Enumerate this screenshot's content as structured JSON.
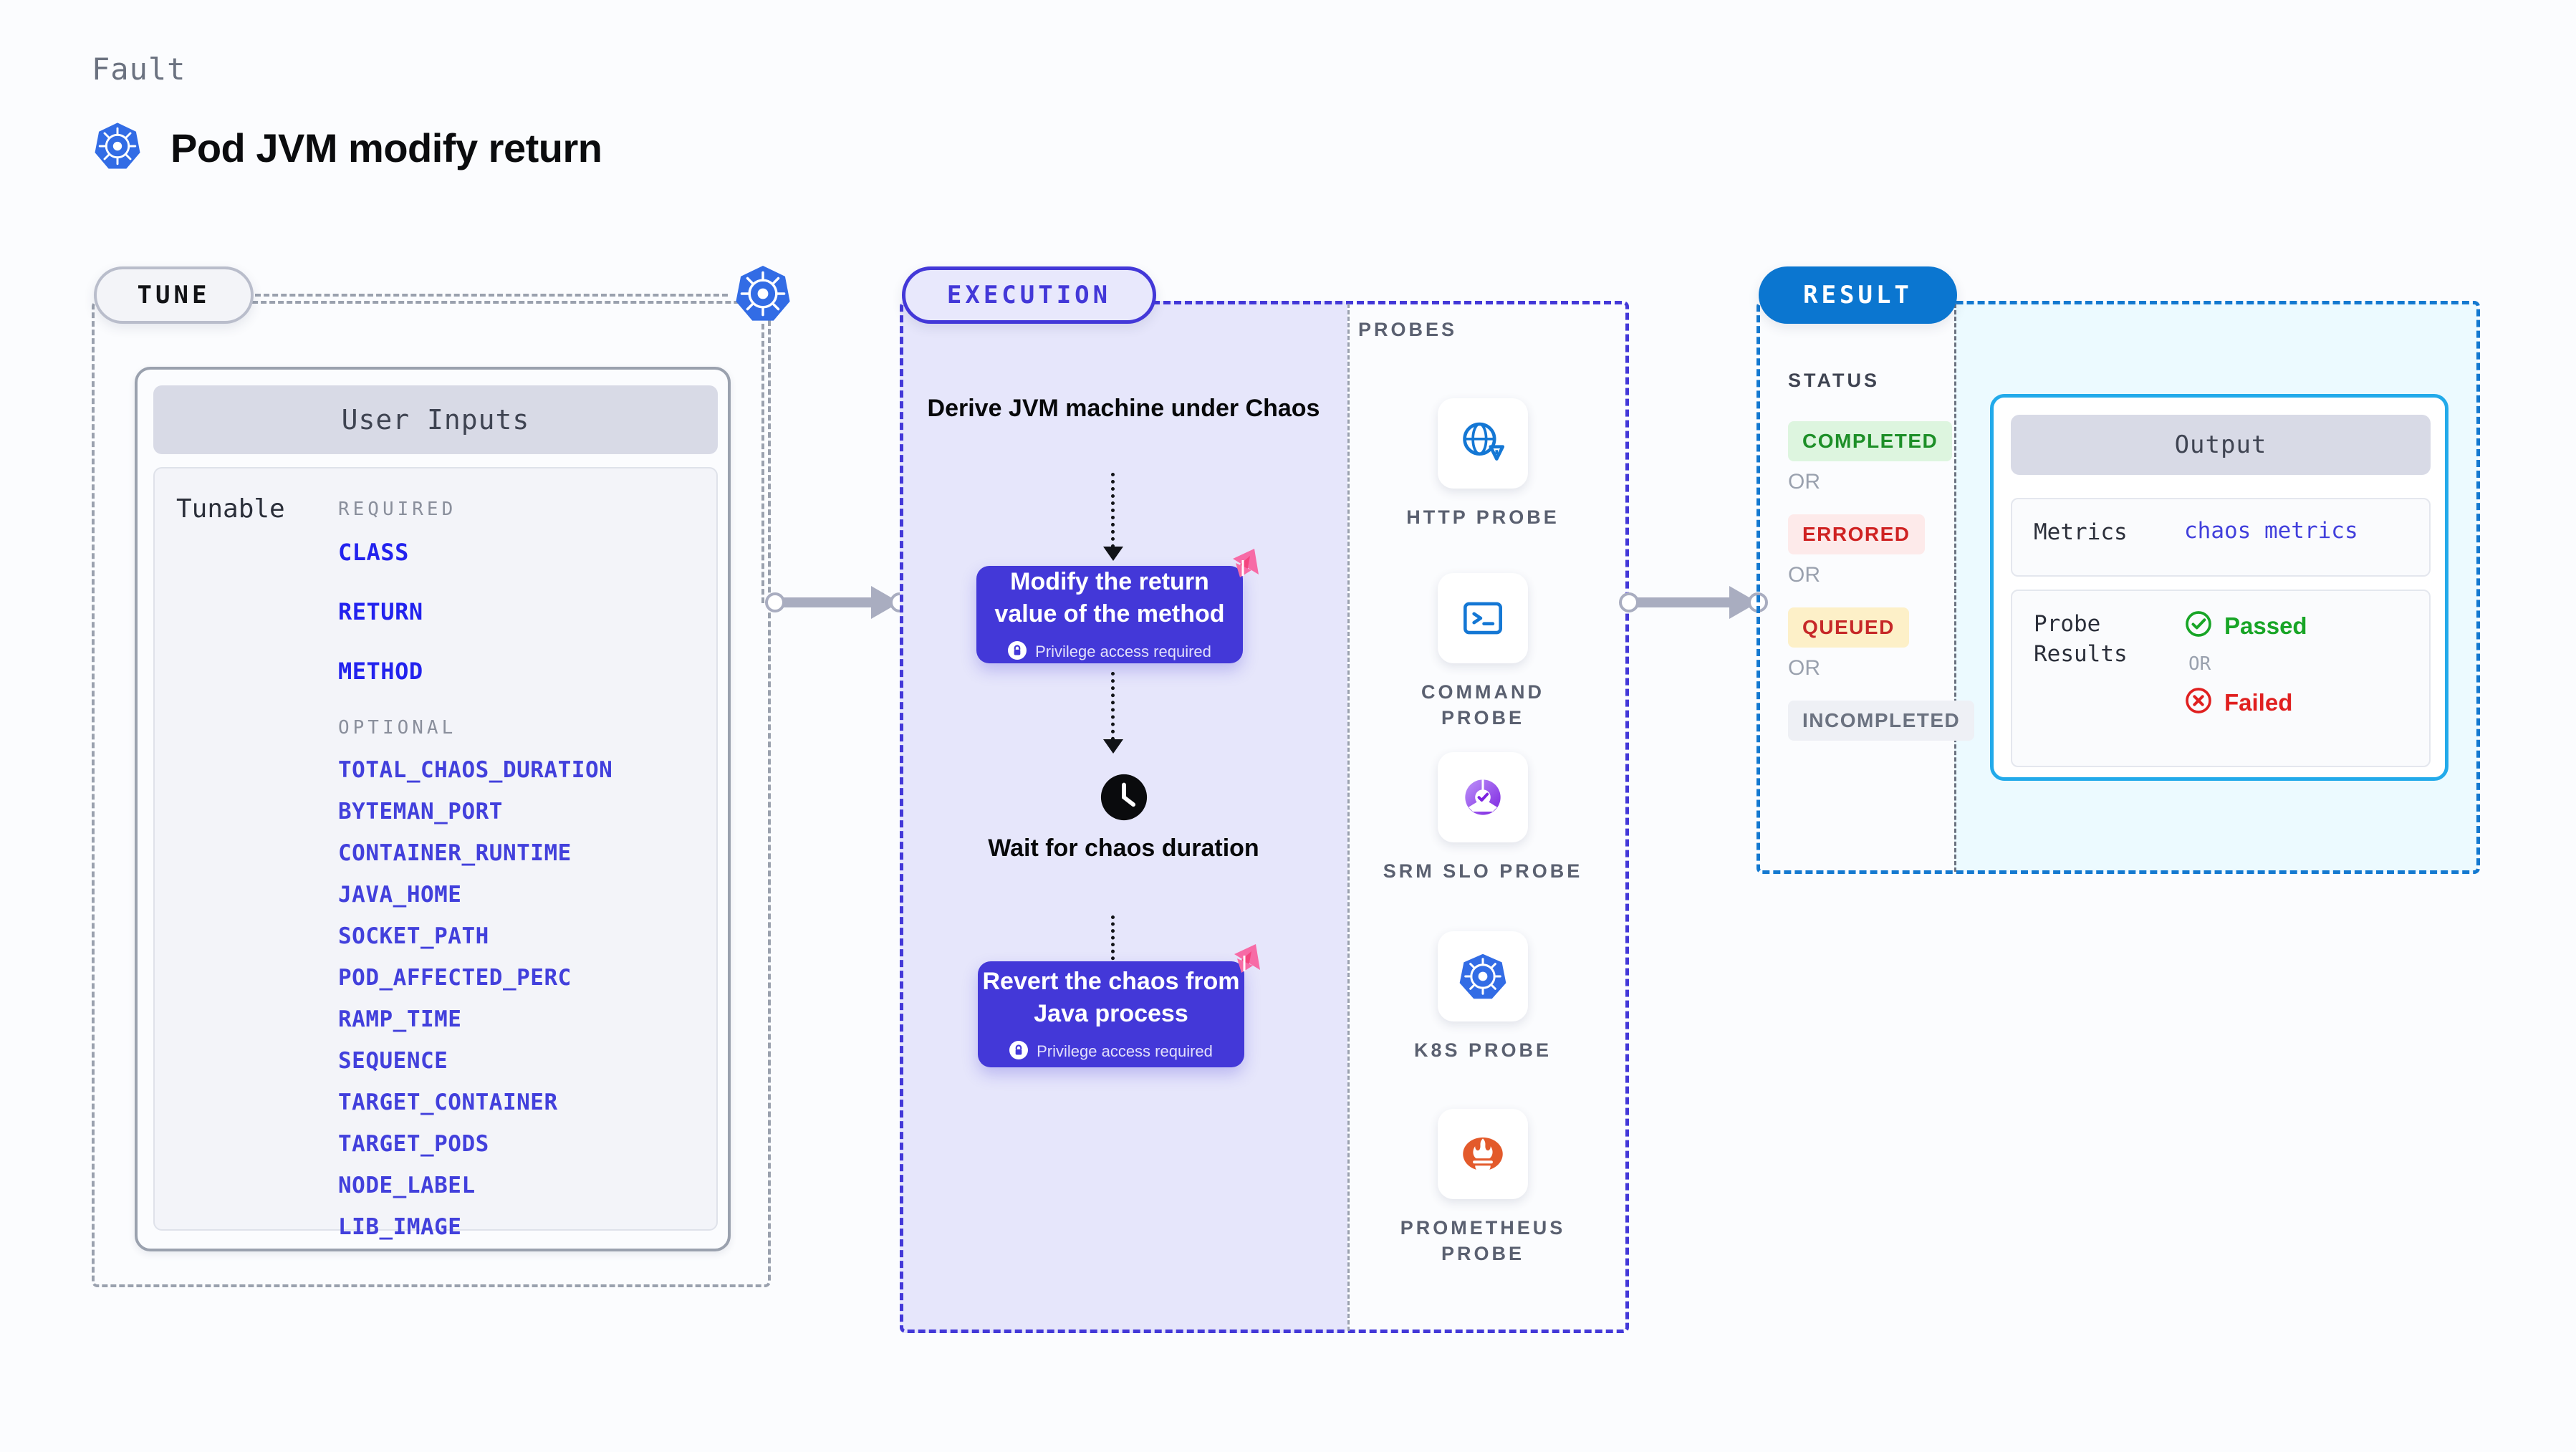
{
  "header": {
    "eyebrow": "Fault",
    "title": "Pod JVM modify return",
    "icon": "kubernetes-icon"
  },
  "tune": {
    "badge": "TUNE",
    "boundary_icon": "kubernetes-icon",
    "card": {
      "title": "User Inputs",
      "row_label": "Tunable",
      "required_label": "REQUIRED",
      "required": [
        "CLASS",
        "RETURN",
        "METHOD"
      ],
      "optional_label": "OPTIONAL",
      "optional": [
        "TOTAL_CHAOS_DURATION",
        "BYTEMAN_PORT",
        "CONTAINER_RUNTIME",
        "JAVA_HOME",
        "SOCKET_PATH",
        "POD_AFFECTED_PERC",
        "RAMP_TIME",
        "SEQUENCE",
        "TARGET_CONTAINER",
        "TARGET_PODS",
        "NODE_LABEL",
        "LIB_IMAGE"
      ]
    }
  },
  "execution": {
    "badge": "EXECUTION",
    "step1_heading": "Derive JVM machine under Chaos",
    "step2": {
      "text": "Modify the return value of the method",
      "privilege": "Privilege access required",
      "privilege_icon": "lock-icon",
      "corner_icon": "chaos-corner-icon"
    },
    "step3": {
      "icon": "clock-icon",
      "heading": "Wait for chaos duration"
    },
    "step4": {
      "text": "Revert the chaos from Java process",
      "privilege": "Privilege access required",
      "privilege_icon": "lock-icon",
      "corner_icon": "chaos-corner-icon"
    },
    "probes_label": "PROBES",
    "probes": [
      {
        "caption": "HTTP PROBE",
        "icon": "globe-warning-icon"
      },
      {
        "caption": "COMMAND PROBE",
        "icon": "terminal-icon"
      },
      {
        "caption": "SRM SLO PROBE",
        "icon": "srm-slo-icon"
      },
      {
        "caption": "K8S PROBE",
        "icon": "kubernetes-icon"
      },
      {
        "caption": "PROMETHEUS PROBE",
        "icon": "prometheus-icon"
      }
    ]
  },
  "result": {
    "badge": "RESULT",
    "status_label": "STATUS",
    "or_label": "OR",
    "statuses": [
      {
        "label": "COMPLETED",
        "bg": "#ddf5df",
        "fg": "#1d8f28"
      },
      {
        "label": "ERRORED",
        "bg": "#fdeaea",
        "fg": "#cf2222"
      },
      {
        "label": "QUEUED",
        "bg": "#fdf0c8",
        "fg": "#c62828"
      },
      {
        "label": "INCOMPLETED",
        "bg": "#eef0f5",
        "fg": "#6b7280"
      }
    ],
    "output": {
      "title": "Output",
      "metrics_key": "Metrics",
      "metrics_value": "chaos metrics",
      "probe_results_key": "Probe Results",
      "passed": "Passed",
      "passed_icon": "check-circle-icon",
      "or": "OR",
      "failed": "Failed",
      "failed_icon": "x-circle-icon"
    }
  },
  "colors": {
    "execution_accent": "#4338d8",
    "result_accent": "#0b76d0",
    "output_border": "#22aaea",
    "tune_border": "#9aa1ae",
    "param_required": "#2222ee",
    "param_optional": "#4240dc",
    "chaos_pink": "#f76ba6",
    "canvas_bg": "#fbfcfe"
  }
}
